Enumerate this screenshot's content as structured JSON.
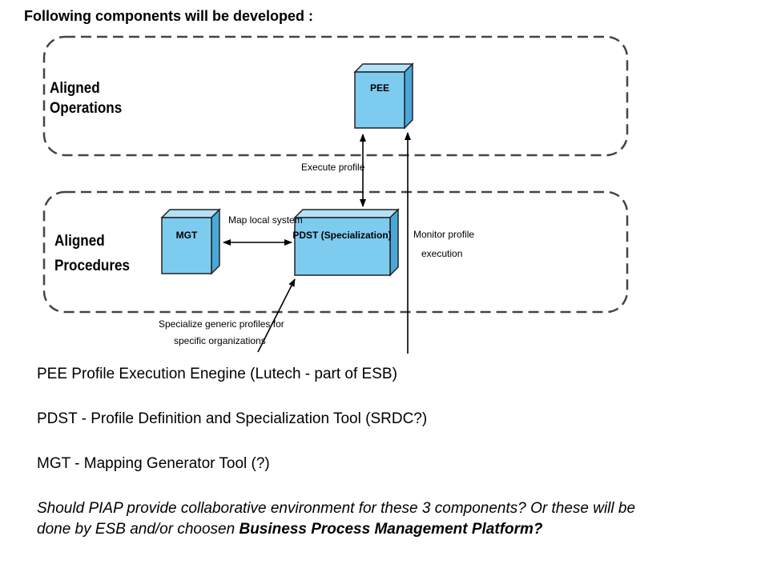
{
  "title": "Following components will be developed :",
  "diagram": {
    "swimlanes": [
      {
        "id": "operations",
        "label_line1": "Aligned",
        "label_line2": "Operations"
      },
      {
        "id": "procedures",
        "label_line1": "Aligned",
        "label_line2": "Procedures"
      }
    ],
    "nodes": {
      "pee": "PEE",
      "mgt": "MGT",
      "pdst": "PDST (Specialization)"
    },
    "edges": {
      "execute_profile": "Execute profile",
      "map_local_system": "Map local system",
      "monitor_line1": "Monitor profile",
      "monitor_line2": "execution",
      "specialize_line1": "Specialize generic profiles for",
      "specialize_line2": "specific organizations"
    },
    "colors": {
      "box_fill": "#7ecbf0",
      "box_top": "#b3e1f7",
      "box_side": "#4aa8d8",
      "box_stroke": "#222222",
      "lane_stroke": "#444444"
    }
  },
  "notes": {
    "pee": "PEE Profile Execution Enegine (Lutech - part of ESB)",
    "pdst": "PDST - Profile Definition and Specialization Tool (SRDC?)",
    "mgt": "MGT - Mapping Generator Tool (?)",
    "question_part1": "Should PIAP provide collaborative environment for these 3 components? Or these will be done by ESB and/or choosen ",
    "question_bold": "Business Process Management Platform?"
  }
}
